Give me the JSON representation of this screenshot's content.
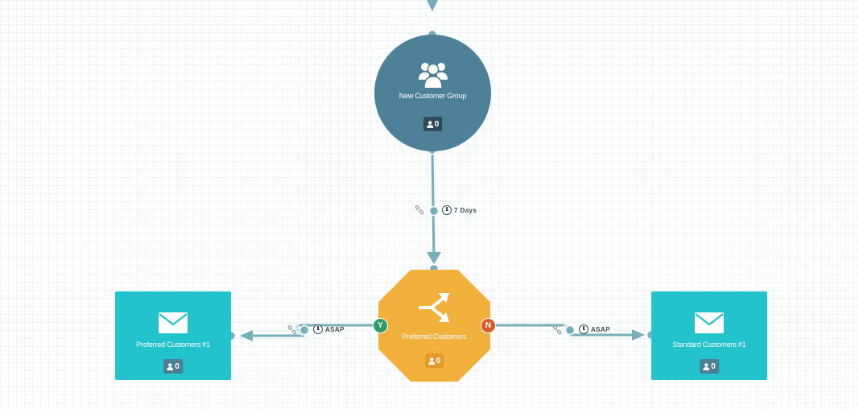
{
  "nodes": {
    "group": {
      "label": "New Customer Group",
      "count": "0",
      "icon": "users-icon",
      "color": "#4e8198"
    },
    "split": {
      "label": "Preferred Customers",
      "count": "0",
      "icon": "split-arrows-icon",
      "color": "#f2b13c"
    },
    "email_preferred": {
      "label": "Preferred Customers #1",
      "count": "0",
      "icon": "envelope-icon",
      "color": "#22c3cd"
    },
    "email_standard": {
      "label": "Standard Customers #1",
      "count": "0",
      "icon": "envelope-icon",
      "color": "#22c3cd"
    }
  },
  "connectors": {
    "group_to_split": {
      "delay": "7 Days"
    },
    "yes_branch": {
      "badge": "Y",
      "delay": "ASAP",
      "color": "#2e9a6a"
    },
    "no_branch": {
      "badge": "N",
      "delay": "ASAP",
      "color": "#db5a2c"
    }
  }
}
